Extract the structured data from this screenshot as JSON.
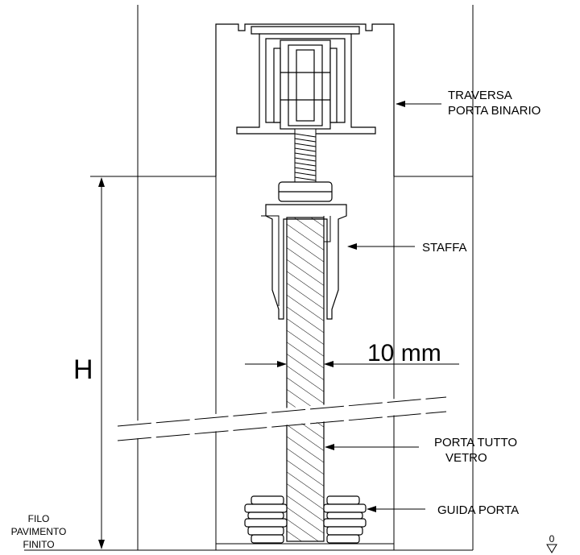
{
  "labels": {
    "traversa_line1": "TRAVERSA",
    "traversa_line2": "PORTA BINARIO",
    "staffa": "STAFFA",
    "glass_width": "10 mm",
    "height_symbol": "H",
    "porta_line1": "PORTA TUTTO",
    "porta_line2": "VETRO",
    "guida": "GUIDA PORTA",
    "floor_line1": "FILO",
    "floor_line2": "PAVIMENTO",
    "floor_line3": "FINITO",
    "zero_mark": "0"
  },
  "colors": {
    "line": "#000000",
    "background": "#ffffff"
  }
}
